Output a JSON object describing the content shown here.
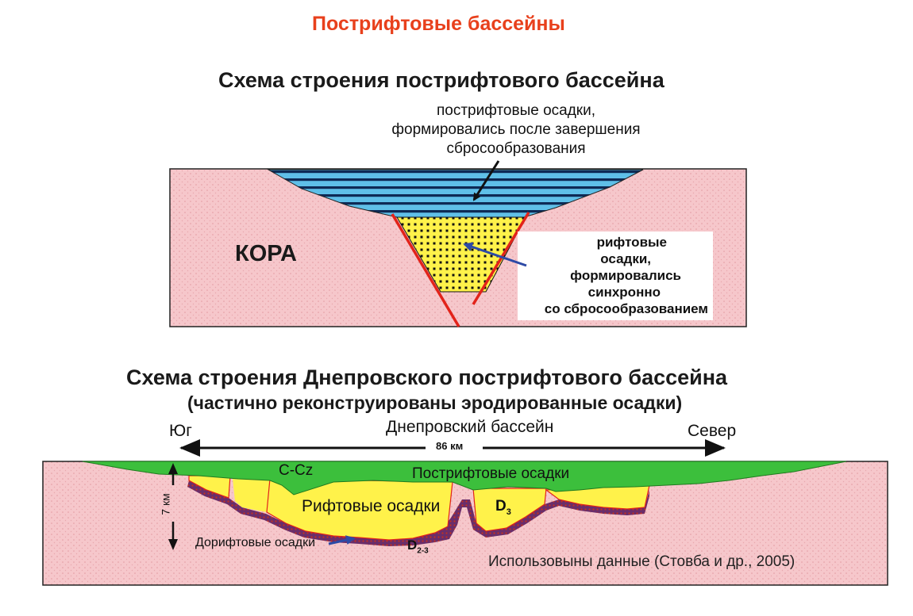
{
  "page_title": "Пострифтовые бассейны",
  "scheme1": {
    "title": "Схема строения пострифтового бассейна",
    "postrift_label_lines": [
      "пострифтовые осадки,",
      "формировались после завершения",
      "сбросообразования"
    ],
    "crust_label": "КОРА",
    "rift_label_lines": [
      "рифтовые",
      "осадки,",
      "формировались",
      "синхронно",
      "со сбросообразованием"
    ]
  },
  "scheme2": {
    "title": "Схема строения Днепровского пострифтового бассейна",
    "subtitle": "(частично реконструированы эродированные осадки)",
    "south_label": "Юг",
    "north_label": "Север",
    "basin_label": "Днепровский бассейн",
    "distance_label": "86 км",
    "depth_label": "7 км",
    "ccz_label": "C-Cz",
    "postrift_label": "Пострифтовые осадки",
    "rift_label": "Рифтовые осадки",
    "d3_label": "D",
    "d3_sub": "3",
    "d23_label": "D",
    "d23_sub": "2-3",
    "prerift_label": "Дорифтовые осадки",
    "source_label": "Использовыны данные (Стовба и др., 2005)"
  },
  "colors": {
    "title_red": "#e8401c",
    "crust_pink": "#f6c7cb",
    "crust_dots": "#e39aa1",
    "postrift_blue": "#5fbfe8",
    "postrift_lines": "#0e2a55",
    "rift_yellow": "#fff24a",
    "green": "#3cbf3c",
    "fault_red": "#e2231a",
    "arrow_blue": "#2d4aa6"
  }
}
